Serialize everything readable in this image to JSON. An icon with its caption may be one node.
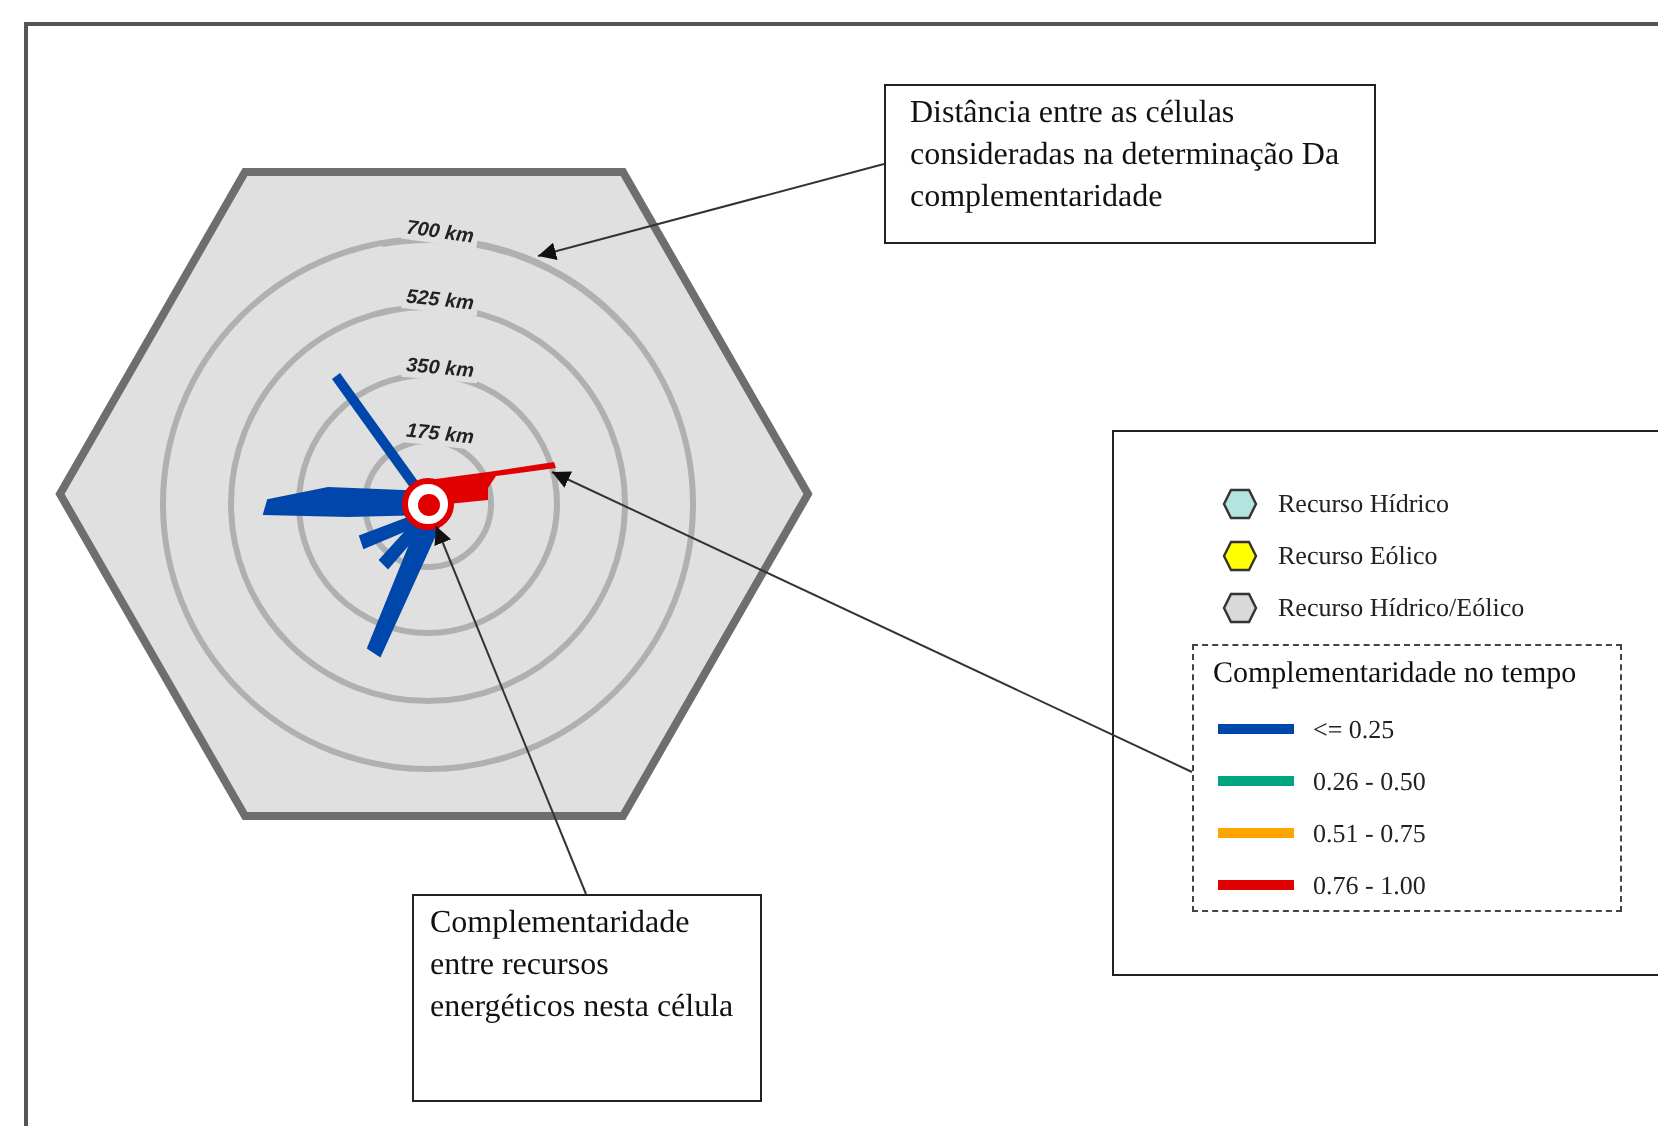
{
  "diagram": {
    "nodes": [
      {
        "text": [
          "Distância entre as células consideradas na determinação Da complementaridade"
        ]
      },
      {
        "text": [],
        "shape": "hexagon"
      },
      {
        "text": [],
        "shape": "circle",
        "in": 1
      },
      {
        "text": [],
        "shape": "bar",
        "in": 1
      },
      {
        "text": [],
        "shape": "circle",
        "in": 1
      },
      {
        "text": [],
        "shape": "box"
      },
      {
        "text": [
          "Complementaridade no tempo"
        ],
        "in": 5
      },
      {
        "text": [
          "Complementaridade entre recursos energéticos nesta célula"
        ]
      }
    ],
    "edges": [
      {
        "from": 0,
        "to": 2,
        "arrow": "to"
      },
      {
        "from": 6,
        "to": 3,
        "arrow": "to"
      },
      {
        "from": 7,
        "to": 4,
        "arrow": "to"
      }
    ],
    "labels": [
      "700 km",
      "525 km",
      "350 km",
      "175 km"
    ],
    "legend": [
      {
        "text": "Recurso Hídrico",
        "color": "#b4e4de"
      },
      {
        "text": "Recurso Eólico",
        "color": "#ffff00"
      },
      {
        "text": "Recurso Hídrico/Eólico",
        "color": "#d9d9d9"
      },
      {
        "text": "<= 0.25",
        "color": "#0047ab"
      },
      {
        "text": "0.26 - 0.50",
        "color": "#00a682"
      },
      {
        "text": "0.51 - 0.75",
        "color": "#ffa500"
      },
      {
        "text": "0.76 - 1.00",
        "color": "#e00000"
      }
    ]
  }
}
